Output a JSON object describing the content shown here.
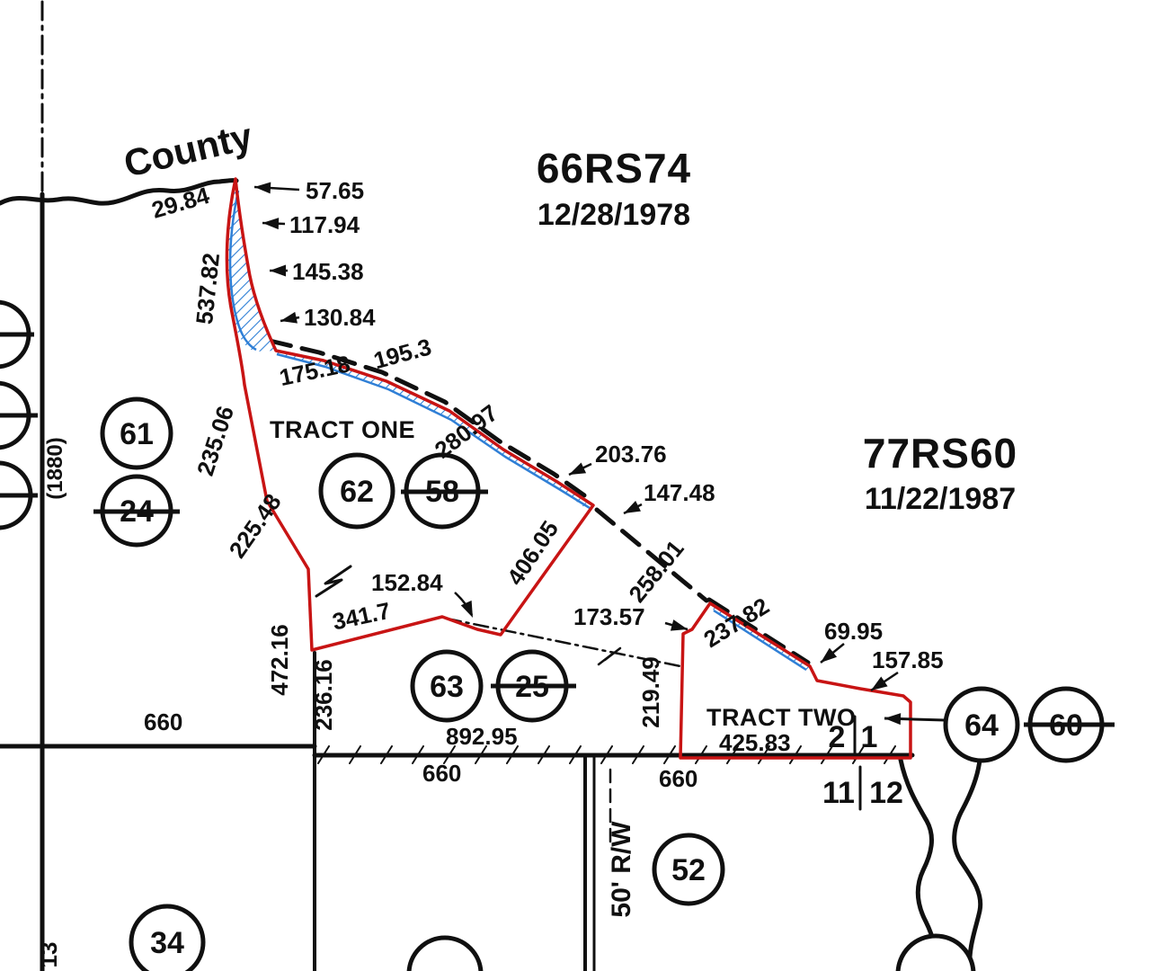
{
  "map": {
    "road_label": "County",
    "references": {
      "r1": {
        "id": "66RS74",
        "date": "12/28/1978"
      },
      "r2": {
        "id": "77RS60",
        "date": "11/22/1987"
      }
    },
    "tracts": {
      "one": "TRACT ONE",
      "two": "TRACT TWO"
    },
    "dimensions": {
      "d29_84": "29.84",
      "d57_65": "57.65",
      "d117_94": "117.94",
      "d145_38": "145.38",
      "d130_84": "130.84",
      "d537_82": "537.82",
      "d235_06": "235.06",
      "d225_48": "225.48",
      "d175_18": "175.18",
      "d195_3": "195.3",
      "d280_97": "280.97",
      "d203_76": "203.76",
      "d147_48": "147.48",
      "d406_05": "406.05",
      "d152_84": "152.84",
      "d341_7": "341.7",
      "d472_16": "472.16",
      "d236_16": "236.16",
      "d258_01": "258.01",
      "d173_57": "173.57",
      "d237_82": "237.82",
      "d69_95": "69.95",
      "d157_85": "157.85",
      "d219_49": "219.49",
      "d892_95": "892.95",
      "d425_83": "425.83",
      "d660_west": "660",
      "d660_center": "660",
      "d660_east": "660"
    },
    "parcels": {
      "p61": "61",
      "p24": "24",
      "p62": "62",
      "p58": "58",
      "p63": "63",
      "p25": "25",
      "p64": "64",
      "p60": "60",
      "p52": "52",
      "p34": "34"
    },
    "sections": {
      "s2": "2",
      "s1": "1",
      "s11": "11",
      "s12": "12"
    },
    "annotations": {
      "year_1880": "(1880)",
      "right_of_way": "50' R/W",
      "edge_13": "13"
    },
    "colors": {
      "parcel_boundary_red": "#c81414",
      "easement_hatch_blue": "#2f7fd6",
      "ink_black": "#101010"
    }
  }
}
